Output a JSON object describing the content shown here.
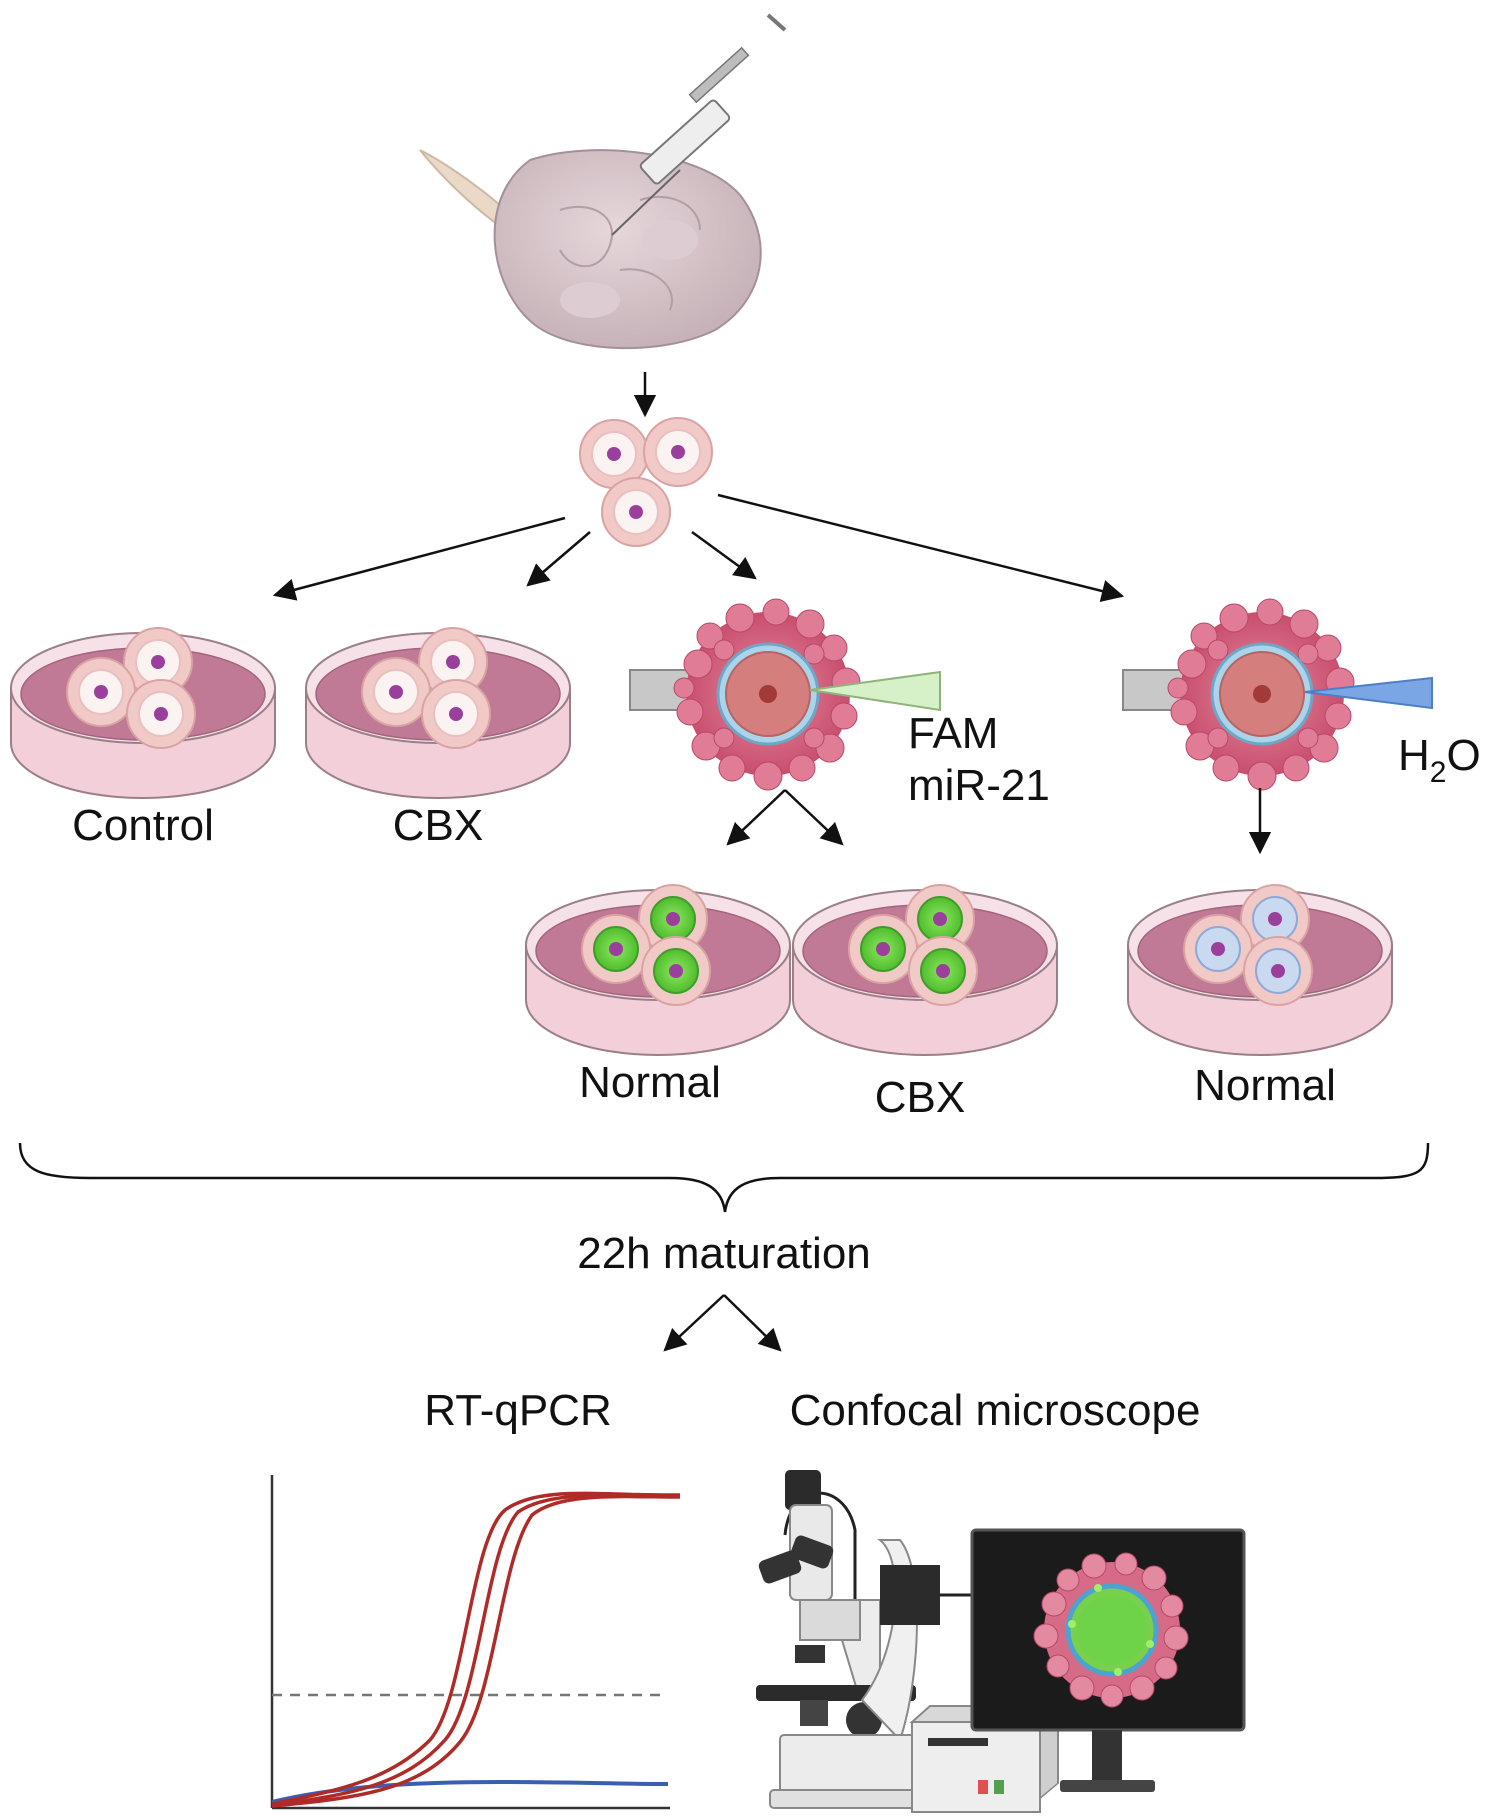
{
  "labels": {
    "control": "Control",
    "cbx_left": "CBX",
    "fam": "FAM",
    "mir21": "miR-21",
    "h2o_main": "H",
    "h2o_sub": "2",
    "h2o_end": "O",
    "normal_fam": "Normal",
    "cbx_fam": "CBX",
    "normal_h2o": "Normal",
    "maturation": "22h maturation",
    "rtqpcr": "RT-qPCR",
    "confocal": "Confocal microscope"
  },
  "colors": {
    "ovary": "#d9c7cc",
    "ovary_dark": "#b9a4aa",
    "dish_rim": "#e7b9c6",
    "dish_media": "#c07a96",
    "oocyte_ring": "#f2d0cf",
    "oocyte_nucleus": "#9b3f9c",
    "fam_green": "#6fd34a",
    "h2o_blue": "#b8cfea",
    "cumulus": "#d76b86",
    "qpcr_red": "#b02a28",
    "qpcr_blue": "#3a5fb0",
    "monitor": "#1b1b1b"
  },
  "icons": [
    "syringe-icon",
    "ovary-icon",
    "oocyte-icon",
    "culture-dish-icon",
    "micropipette-icon",
    "microscope-icon",
    "monitor-icon"
  ]
}
